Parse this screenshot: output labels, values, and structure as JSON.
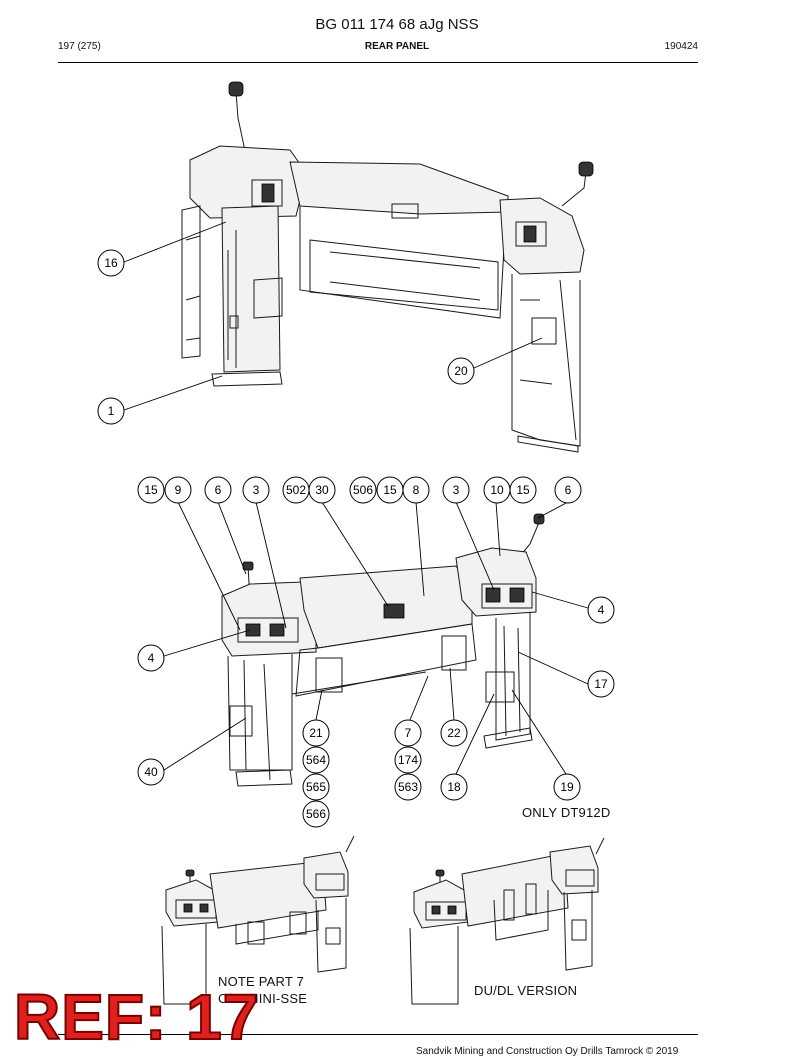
{
  "header": {
    "title": "BG 011 174 68 aJg NSS",
    "page_counter": "197 (275)",
    "section": "REAR PANEL",
    "date_code": "190424"
  },
  "callouts": {
    "c16": "16",
    "c1": "1",
    "c20": "20",
    "c15a": "15",
    "c9": "9",
    "c6a": "6",
    "c3a": "3",
    "c502": "502",
    "c30": "30",
    "c506": "506",
    "c15b": "15",
    "c8": "8",
    "c3b": "3",
    "c10": "10",
    "c15c": "15",
    "c6b": "6",
    "c4a": "4",
    "c4b": "4",
    "c17": "17",
    "c40": "40",
    "c21": "21",
    "c564": "564",
    "c565": "565",
    "c566": "566",
    "c7": "7",
    "c174": "174",
    "c563": "563",
    "c22": "22",
    "c18": "18",
    "c19": "19"
  },
  "notes": {
    "only_model": "ONLY DT912D",
    "note_part_line1": "NOTE PART 7",
    "note_part_line2": "C/W MINI-SSE",
    "version": "DU/DL VERSION"
  },
  "watermark": "REF: 17",
  "footer": "Sandvik Mining and Construction Oy Drills Tamrock © 2019",
  "colors": {
    "watermark": "#e0201c",
    "ink": "#000000"
  }
}
